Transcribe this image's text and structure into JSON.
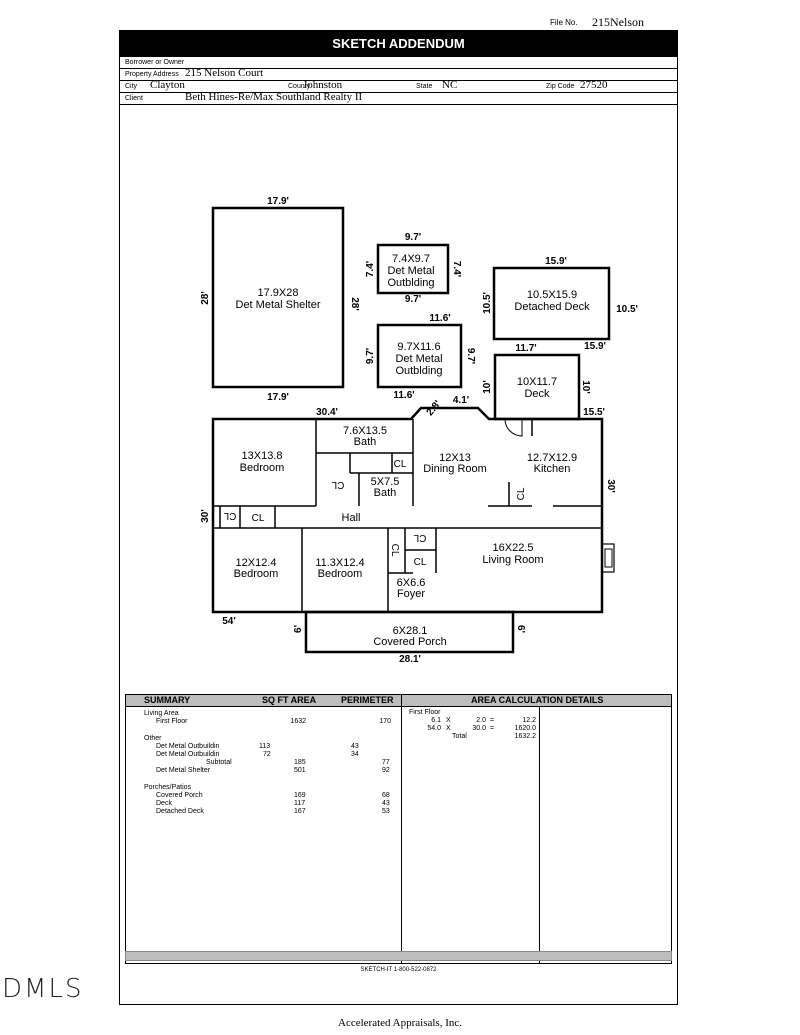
{
  "file_no": {
    "label": "File No.",
    "value": "215Nelson"
  },
  "title": "SKETCH ADDENDUM",
  "header": {
    "borrower_label": "Borrower or Owner",
    "property_label": "Property Address",
    "property_value": "215 Nelson Court",
    "city_label": "City",
    "city_value": "Clayton",
    "county_label": "County",
    "county_value": "Johnston",
    "state_label": "State",
    "state_value": "NC",
    "zip_label": "Zip Code",
    "zip_value": "27520",
    "client_label": "Client",
    "client_value": "Beth Hines-Re/Max Southland Realty II"
  },
  "sketch": {
    "shelter": {
      "top": "17.9'",
      "bottom": "17.9'",
      "left": "28'",
      "right": "28'",
      "line1": "17.9X28",
      "line2": "Det Metal Shelter"
    },
    "outbldg1": {
      "top": "9.7'",
      "bottom": "9.7'",
      "left": "7.4'",
      "right": "7.4'",
      "line1": "7.4X9.7",
      "line2": "Det Metal",
      "line3": "Outblding"
    },
    "outbldg2": {
      "top": "11.6'",
      "bottom": "11.6'",
      "left": "9.7'",
      "right": "9.7'",
      "line1": "9.7X11.6",
      "line2": "Det Metal",
      "line3": "Outblding"
    },
    "det_deck": {
      "top": "15.9'",
      "bottom": "15.9'",
      "left": "10.5'",
      "right": "10.5'",
      "line1": "10.5X15.9",
      "line2": "Detached Deck"
    },
    "deck": {
      "top": "11.7'",
      "left": "10'",
      "right": "10'",
      "line1": "10X11.7",
      "line2": "Deck"
    },
    "house": {
      "top_left": "30.4'",
      "diag": "2.8'",
      "notch": "4.1'",
      "top_right": "15.5'",
      "left": "30'",
      "right": "30'",
      "bottom": "54'"
    },
    "rooms": {
      "bath1": [
        "7.6X13.5",
        "Bath"
      ],
      "bed1": [
        "13X13.8",
        "Bedroom"
      ],
      "bath2": [
        "5X7.5",
        "Bath"
      ],
      "dining": [
        "12X13",
        "Dining Room"
      ],
      "kitchen": [
        "12.7X12.9",
        "Kitchen"
      ],
      "hall": "Hall",
      "bed2": [
        "12X12.4",
        "Bedroom"
      ],
      "bed3": [
        "11.3X12.4",
        "Bedroom"
      ],
      "foyer": [
        "6X6.6",
        "Foyer"
      ],
      "living": [
        "16X22.5",
        "Living Room"
      ],
      "cl": "CL"
    },
    "porch": {
      "left": "6'",
      "right": "6'",
      "bottom": "28.1'",
      "line1": "6X28.1",
      "line2": "Covered Porch"
    }
  },
  "summary": {
    "headers": {
      "summary": "SUMMARY",
      "sqft": "SQ FT AREA",
      "perimeter": "PERIMETER",
      "details": "AREA CALCULATION DETAILS"
    },
    "living_area_label": "Living Area",
    "first_floor": {
      "label": "First Floor",
      "area": "1632",
      "perimeter": "170"
    },
    "other_label": "Other",
    "other_rows": [
      {
        "label": "Det Metal Outbuildin",
        "area": "113",
        "perimeter": "43"
      },
      {
        "label": "Det Metal Outbuildin",
        "area": "72",
        "perimeter": "34"
      }
    ],
    "subtotal": {
      "label": "Subtotal",
      "area": "185",
      "perimeter": "77"
    },
    "shelter_row": {
      "label": "Det Metal Shelter",
      "area": "501",
      "perimeter": "92"
    },
    "porches_label": "Porches/Patios",
    "porch_rows": [
      {
        "label": "Covered Porch",
        "area": "169",
        "perimeter": "68"
      },
      {
        "label": "Deck",
        "area": "117",
        "perimeter": "43"
      },
      {
        "label": "Detached Deck",
        "area": "167",
        "perimeter": "53"
      }
    ],
    "calc": {
      "label": "First Floor",
      "rows": [
        {
          "a": "6.1",
          "x": "X",
          "b": "2.0",
          "eq": "=",
          "r": "12.2"
        },
        {
          "a": "54.0",
          "x": "X",
          "b": "30.0",
          "eq": "=",
          "r": "1620.0"
        }
      ],
      "total_label": "Total",
      "total": "1632.2"
    }
  },
  "footer_code": "SKETCH-IT 1-800-522-0872",
  "watermark": "DMLS",
  "company": "Accelerated Appraisals, Inc."
}
